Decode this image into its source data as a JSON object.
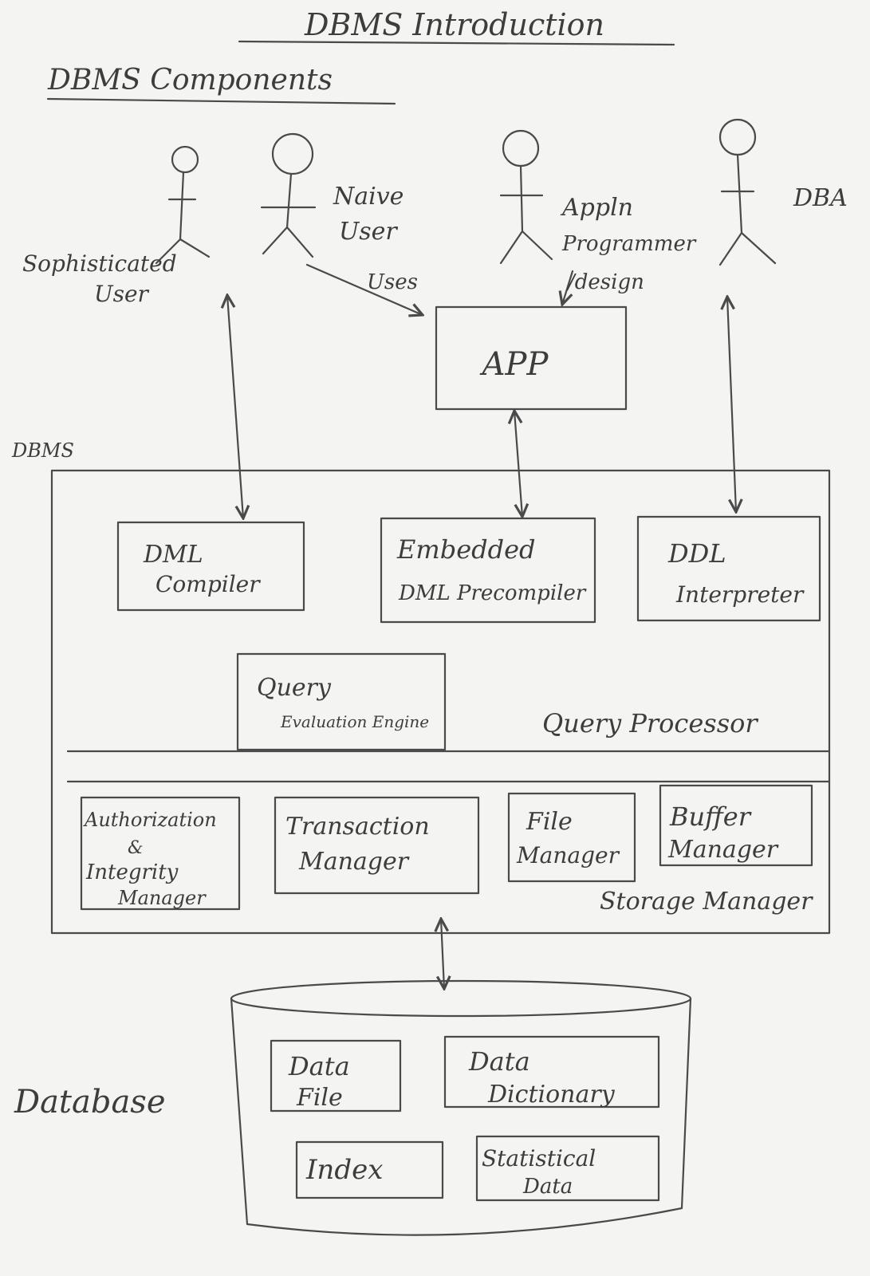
{
  "title": "DBMS Introduction",
  "subtitle": "DBMS Components",
  "actors": {
    "sophisticated": [
      "Sophisticated",
      "User"
    ],
    "naive": [
      "Naive",
      "User"
    ],
    "app_programmer": [
      "Appln",
      "Programmer"
    ],
    "dba": "DBA"
  },
  "edge_labels": {
    "uses": "Uses",
    "design": "/design"
  },
  "app_box": "APP",
  "dbms_label": "DBMS",
  "query_processor": {
    "label": "Query Processor",
    "dml_compiler": [
      "DML",
      "Compiler"
    ],
    "embedded_dml": [
      "Embedded",
      "DML Precompiler"
    ],
    "ddl_interpreter": [
      "DDL",
      "Interpreter"
    ],
    "query_engine": [
      "Query",
      "Evaluation Engine"
    ]
  },
  "storage_manager": {
    "label": "Storage Manager",
    "auth": [
      "Authorization",
      "&",
      "Integrity",
      "Manager"
    ],
    "transaction": [
      "Transaction",
      "Manager"
    ],
    "file": [
      "File",
      "Manager"
    ],
    "buffer": [
      "Buffer",
      "Manager"
    ]
  },
  "database": {
    "label": "Database",
    "data_file": [
      "Data",
      "File"
    ],
    "data_dictionary": [
      "Data",
      "Dictionary"
    ],
    "index": "Index",
    "statistical": [
      "Statistical",
      "Data"
    ]
  }
}
